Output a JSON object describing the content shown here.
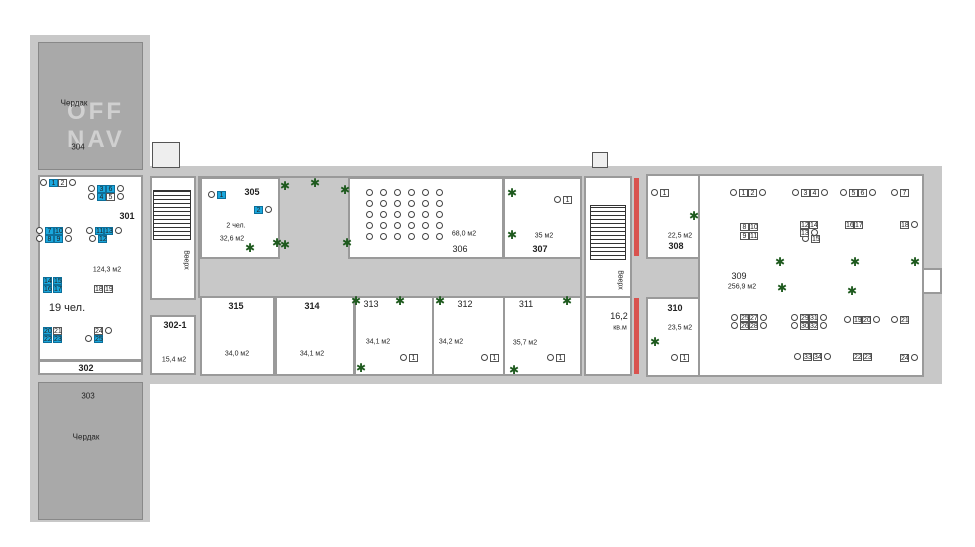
{
  "watermark": "OFFNAV",
  "rooms": {
    "r304": {
      "num": "304",
      "name": "Чердак"
    },
    "r303": {
      "num": "303",
      "name": "Чердак"
    },
    "r301": {
      "num": "301",
      "area": "124,3 м2",
      "people": "19 чел."
    },
    "r302": {
      "num": "302"
    },
    "r302_1": {
      "num": "302-1",
      "area": "15,4 м2"
    },
    "r305": {
      "num": "305",
      "area": "32,6 м2",
      "people": "2 чел."
    },
    "r306": {
      "num": "306",
      "area": "68,0 м2"
    },
    "r307": {
      "num": "307",
      "area": "35 м2"
    },
    "r308": {
      "num": "308",
      "area": "22,5 м2"
    },
    "r309": {
      "num": "309",
      "area": "256,9 м2"
    },
    "r310": {
      "num": "310",
      "area": "23,5 м2"
    },
    "r311": {
      "num": "311",
      "area": "35,7 м2"
    },
    "r312": {
      "num": "312",
      "area": "34,2 м2"
    },
    "r313": {
      "num": "313",
      "area": "34,1 м2"
    },
    "r314": {
      "num": "314",
      "area": "34,1 м2"
    },
    "r315": {
      "num": "315",
      "area": "34,0 м2"
    },
    "wc": {
      "area": "16,2",
      "name": "кв.м"
    }
  },
  "stairs": {
    "up1": "Вверх",
    "up2": "Вверх"
  },
  "desks": {
    "r301": [
      "1",
      "2",
      "3",
      "6",
      "4",
      "5",
      "7",
      "10",
      "8",
      "9",
      "11",
      "13",
      "12",
      "14",
      "15",
      "16",
      "17",
      "18",
      "19",
      "20",
      "21",
      "22",
      "23",
      "24",
      "25"
    ],
    "r305": [
      "1",
      "2"
    ],
    "r307": [
      "1"
    ],
    "r308": [
      "1"
    ],
    "r310": [
      "1"
    ],
    "r311": [
      "1"
    ],
    "r312": [
      "1"
    ],
    "r313": [
      "1"
    ],
    "r309": [
      "1",
      "2",
      "3",
      "4",
      "5",
      "6",
      "7",
      "8",
      "10",
      "9",
      "11",
      "12",
      "14",
      "13",
      "15",
      "16",
      "17",
      "18",
      "25",
      "27",
      "26",
      "28",
      "29",
      "31",
      "30",
      "32",
      "19",
      "20",
      "21",
      "22",
      "23",
      "24",
      "33",
      "34"
    ]
  },
  "colors": {
    "occupied": "#1aa7dd",
    "attic": "#a9a9a9",
    "wall": "#c8c8c8",
    "plant": "#1e5a1e"
  }
}
